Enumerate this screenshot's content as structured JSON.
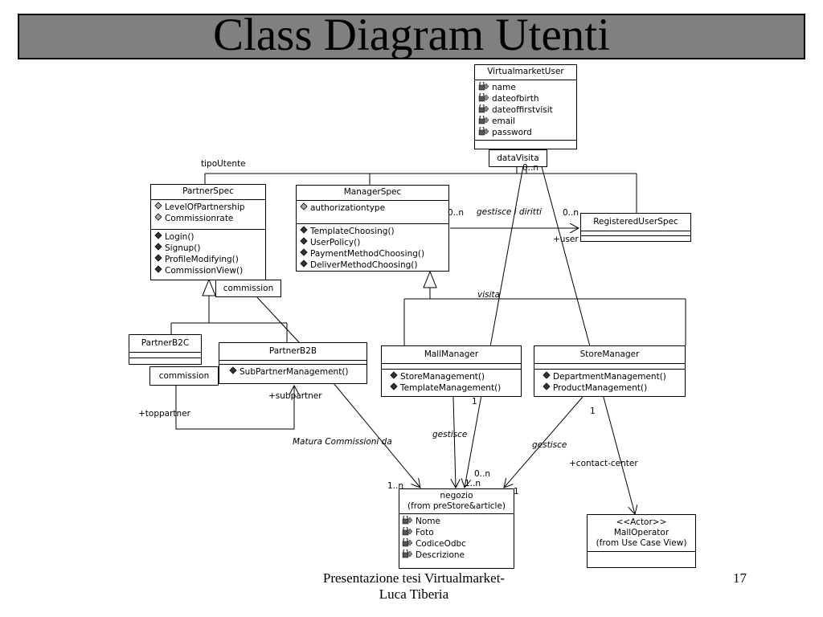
{
  "slide": {
    "title": "Class Diagram Utenti",
    "footer_line1": "Presentazione tesi Virtualmarket-",
    "footer_line2": "Luca Tiberia",
    "page_number": "17"
  },
  "classes": {
    "virtualmarket_user": {
      "name": "VirtualmarketUser",
      "attributes": [
        "name",
        "dateofbirth",
        "dateoffirstvisit",
        "email",
        "password"
      ]
    },
    "partner_spec": {
      "name": "PartnerSpec",
      "attributes": [
        "LevelOfPartnership",
        "Commissionrate"
      ],
      "operations": [
        "Login()",
        "Signup()",
        "ProfileModifying()",
        "CommissionView()"
      ]
    },
    "manager_spec": {
      "name": "ManagerSpec",
      "attributes": [
        "authorizationtype"
      ],
      "operations": [
        "TemplateChoosing()",
        "UserPolicy()",
        "PaymentMethodChoosing()",
        "DeliverMethodChoosing()"
      ]
    },
    "registered_user_spec": {
      "name": "RegisteredUserSpec"
    },
    "partner_b2c": {
      "name": "PartnerB2C"
    },
    "partner_b2b": {
      "name": "PartnerB2B",
      "operations": [
        "SubPartnerManagement()"
      ]
    },
    "mall_manager": {
      "name": "MallManager",
      "operations": [
        "StoreManagement()",
        "TemplateManagement()"
      ]
    },
    "store_manager": {
      "name": "StoreManager",
      "operations": [
        "DepartmentManagement()",
        "ProductManagement()"
      ]
    },
    "negozio": {
      "name": "negozio",
      "subtitle": "(from preStore&article)",
      "attributes": [
        "Nome",
        "Foto",
        "CodiceOdbc",
        "Descrizione"
      ]
    },
    "mall_operator": {
      "stereotype": "<<Actor>>",
      "name": "MallOperator",
      "subtitle": "(from Use Case View)"
    }
  },
  "notes": {
    "data_visita": "dataVisita",
    "commission_top": "commission",
    "commission_left": "commission"
  },
  "labels": {
    "tipo_utente": "tipoUtente",
    "gestisce_i_diritti": "gestisce i diritti",
    "mult_0n_a": "0..n",
    "mult_0n_b": "0..n",
    "mult_0n_c": "0..n",
    "plus_user": "+user",
    "visita": "visita",
    "plus_subpartner": "+subpartner",
    "plus_toppartner": "+toppartner",
    "matura_commissioni_da": "Matura Commissioni da",
    "gestisce_a": "gestisce",
    "gestisce_b": "gestisce",
    "mult_1_a": "1",
    "mult_1_b": "1",
    "mult_1_c": "1",
    "mult_1n_a": "1..n",
    "mult_1n_b": "1..n",
    "mult_0n_d": "0..n",
    "plus_contact_center": "+contact-center"
  },
  "colors": {
    "title_bar": "#808080",
    "background": "#ffffff",
    "stroke": "#000000"
  },
  "icons": {
    "attribute": "lock-diamond-icon",
    "operation": "diamond-icon"
  }
}
